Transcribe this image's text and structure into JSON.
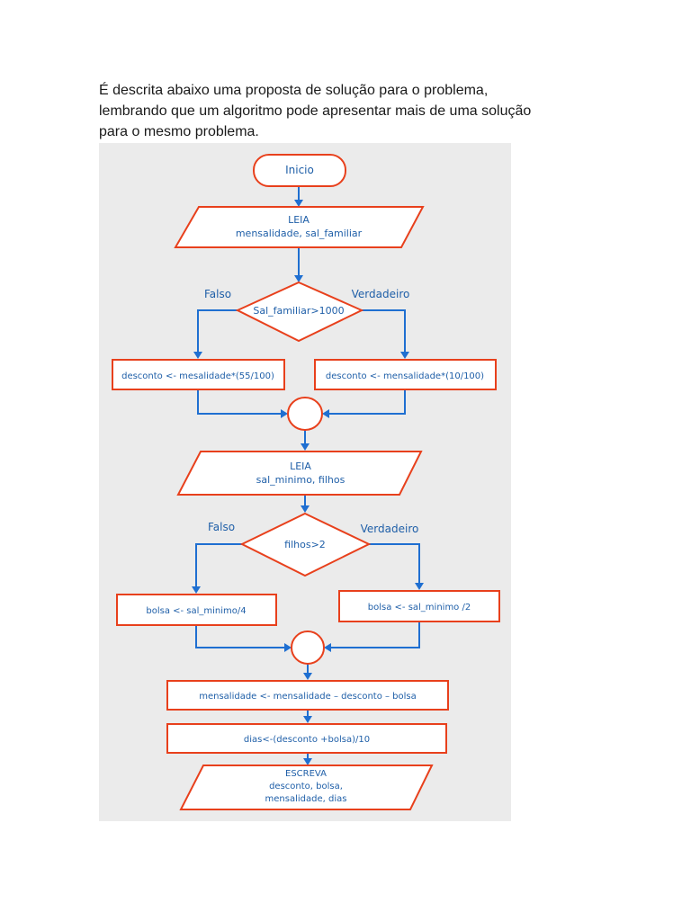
{
  "intro": {
    "lines": [
      "É descrita abaixo uma proposta de solução para o problema,",
      "lembrando que um algoritmo pode apresentar mais de uma solução",
      "para o mesmo problema."
    ]
  },
  "flowchart": {
    "start": "Inicio",
    "read1": {
      "title": "LEIA",
      "vars": "mensalidade, sal_familiar"
    },
    "decision1": {
      "condition": "Sal_familiar>1000",
      "false_label": "Falso",
      "true_label": "Verdadeiro"
    },
    "assign_false1": "desconto <- mesalidade*(55/100)",
    "assign_true1": "desconto <- mensalidade*(10/100)",
    "read2": {
      "title": "LEIA",
      "vars": "sal_minimo, filhos"
    },
    "decision2": {
      "condition": "filhos>2",
      "false_label": "Falso",
      "true_label": "Verdadeiro"
    },
    "assign_false2": "bolsa <- sal_minimo/4",
    "assign_true2": "bolsa <- sal_minimo /2",
    "process1": "mensalidade <- mensalidade – desconto – bolsa",
    "process2": "dias<-(desconto +bolsa)/10",
    "output": {
      "title": "ESCREVA",
      "line1": "desconto, bolsa,",
      "line2": "mensalidade, dias"
    }
  },
  "colors": {
    "shape_border": "#e8401c",
    "arrow": "#1f6fd1",
    "text": "#1f5fa8",
    "background": "#ebebeb"
  }
}
